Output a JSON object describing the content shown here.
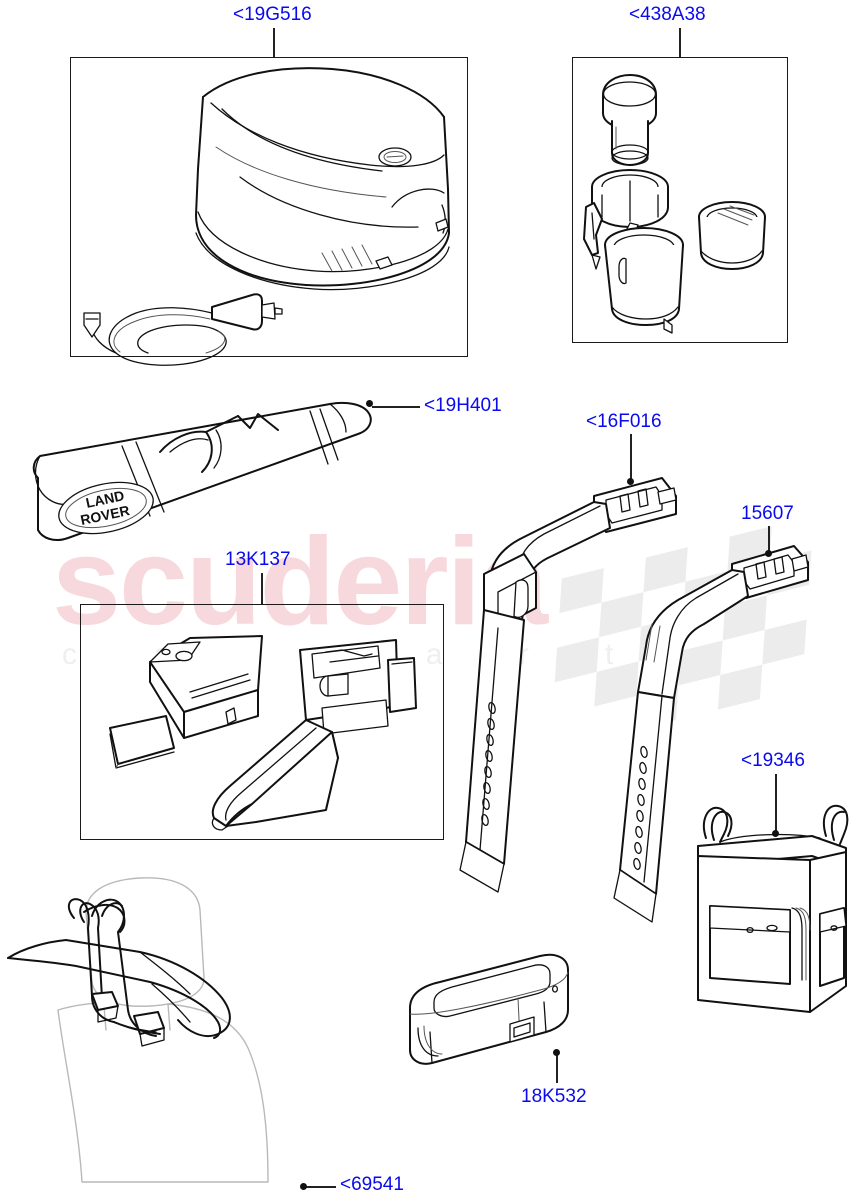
{
  "diagram": {
    "title": "Land Rover accessories exploded parts diagram",
    "label_color": "#0a0aef",
    "line_color": "#111111"
  },
  "watermark": {
    "brand": "scuderia",
    "tagline": "c a r  p a r t s",
    "brand_color": "#f7d9dd",
    "tagline_color": "#efefef",
    "flag_color": "#ececec"
  },
  "parts": [
    {
      "id": "cool-box",
      "label": "<19G516",
      "description": "Cool box with 12V power lead",
      "boxed": true
    },
    {
      "id": "power-socket-kit",
      "label": "<438A38",
      "description": "Power socket, cigar lighter element, socket housing and cap",
      "boxed": true
    },
    {
      "id": "ski-bag",
      "label": "<19H401",
      "description": "Ski carrier bag with Land Rover oval logo",
      "boxed": false
    },
    {
      "id": "belt-extension-long",
      "label": "<16F016",
      "description": "Seat belt extension strap with buckle",
      "boxed": false
    },
    {
      "id": "belt-extension-short",
      "label": "15607",
      "description": "Seat belt extension strap with buckle",
      "boxed": false
    },
    {
      "id": "electronics-kit",
      "label": "13K137",
      "description": "Control module, mounting bracket and pad",
      "boxed": true
    },
    {
      "id": "seat-back-bag",
      "label": "<19346",
      "description": "Seat back storage bag with pockets",
      "boxed": false
    },
    {
      "id": "console-box",
      "label": "18K532",
      "description": "Storage console / cubby box",
      "boxed": false
    },
    {
      "id": "coat-hanger",
      "label": "<69541",
      "description": "Headrest mounted coat hanger",
      "boxed": false
    }
  ],
  "logo": {
    "line1": "LAND",
    "line2": "ROVER"
  }
}
